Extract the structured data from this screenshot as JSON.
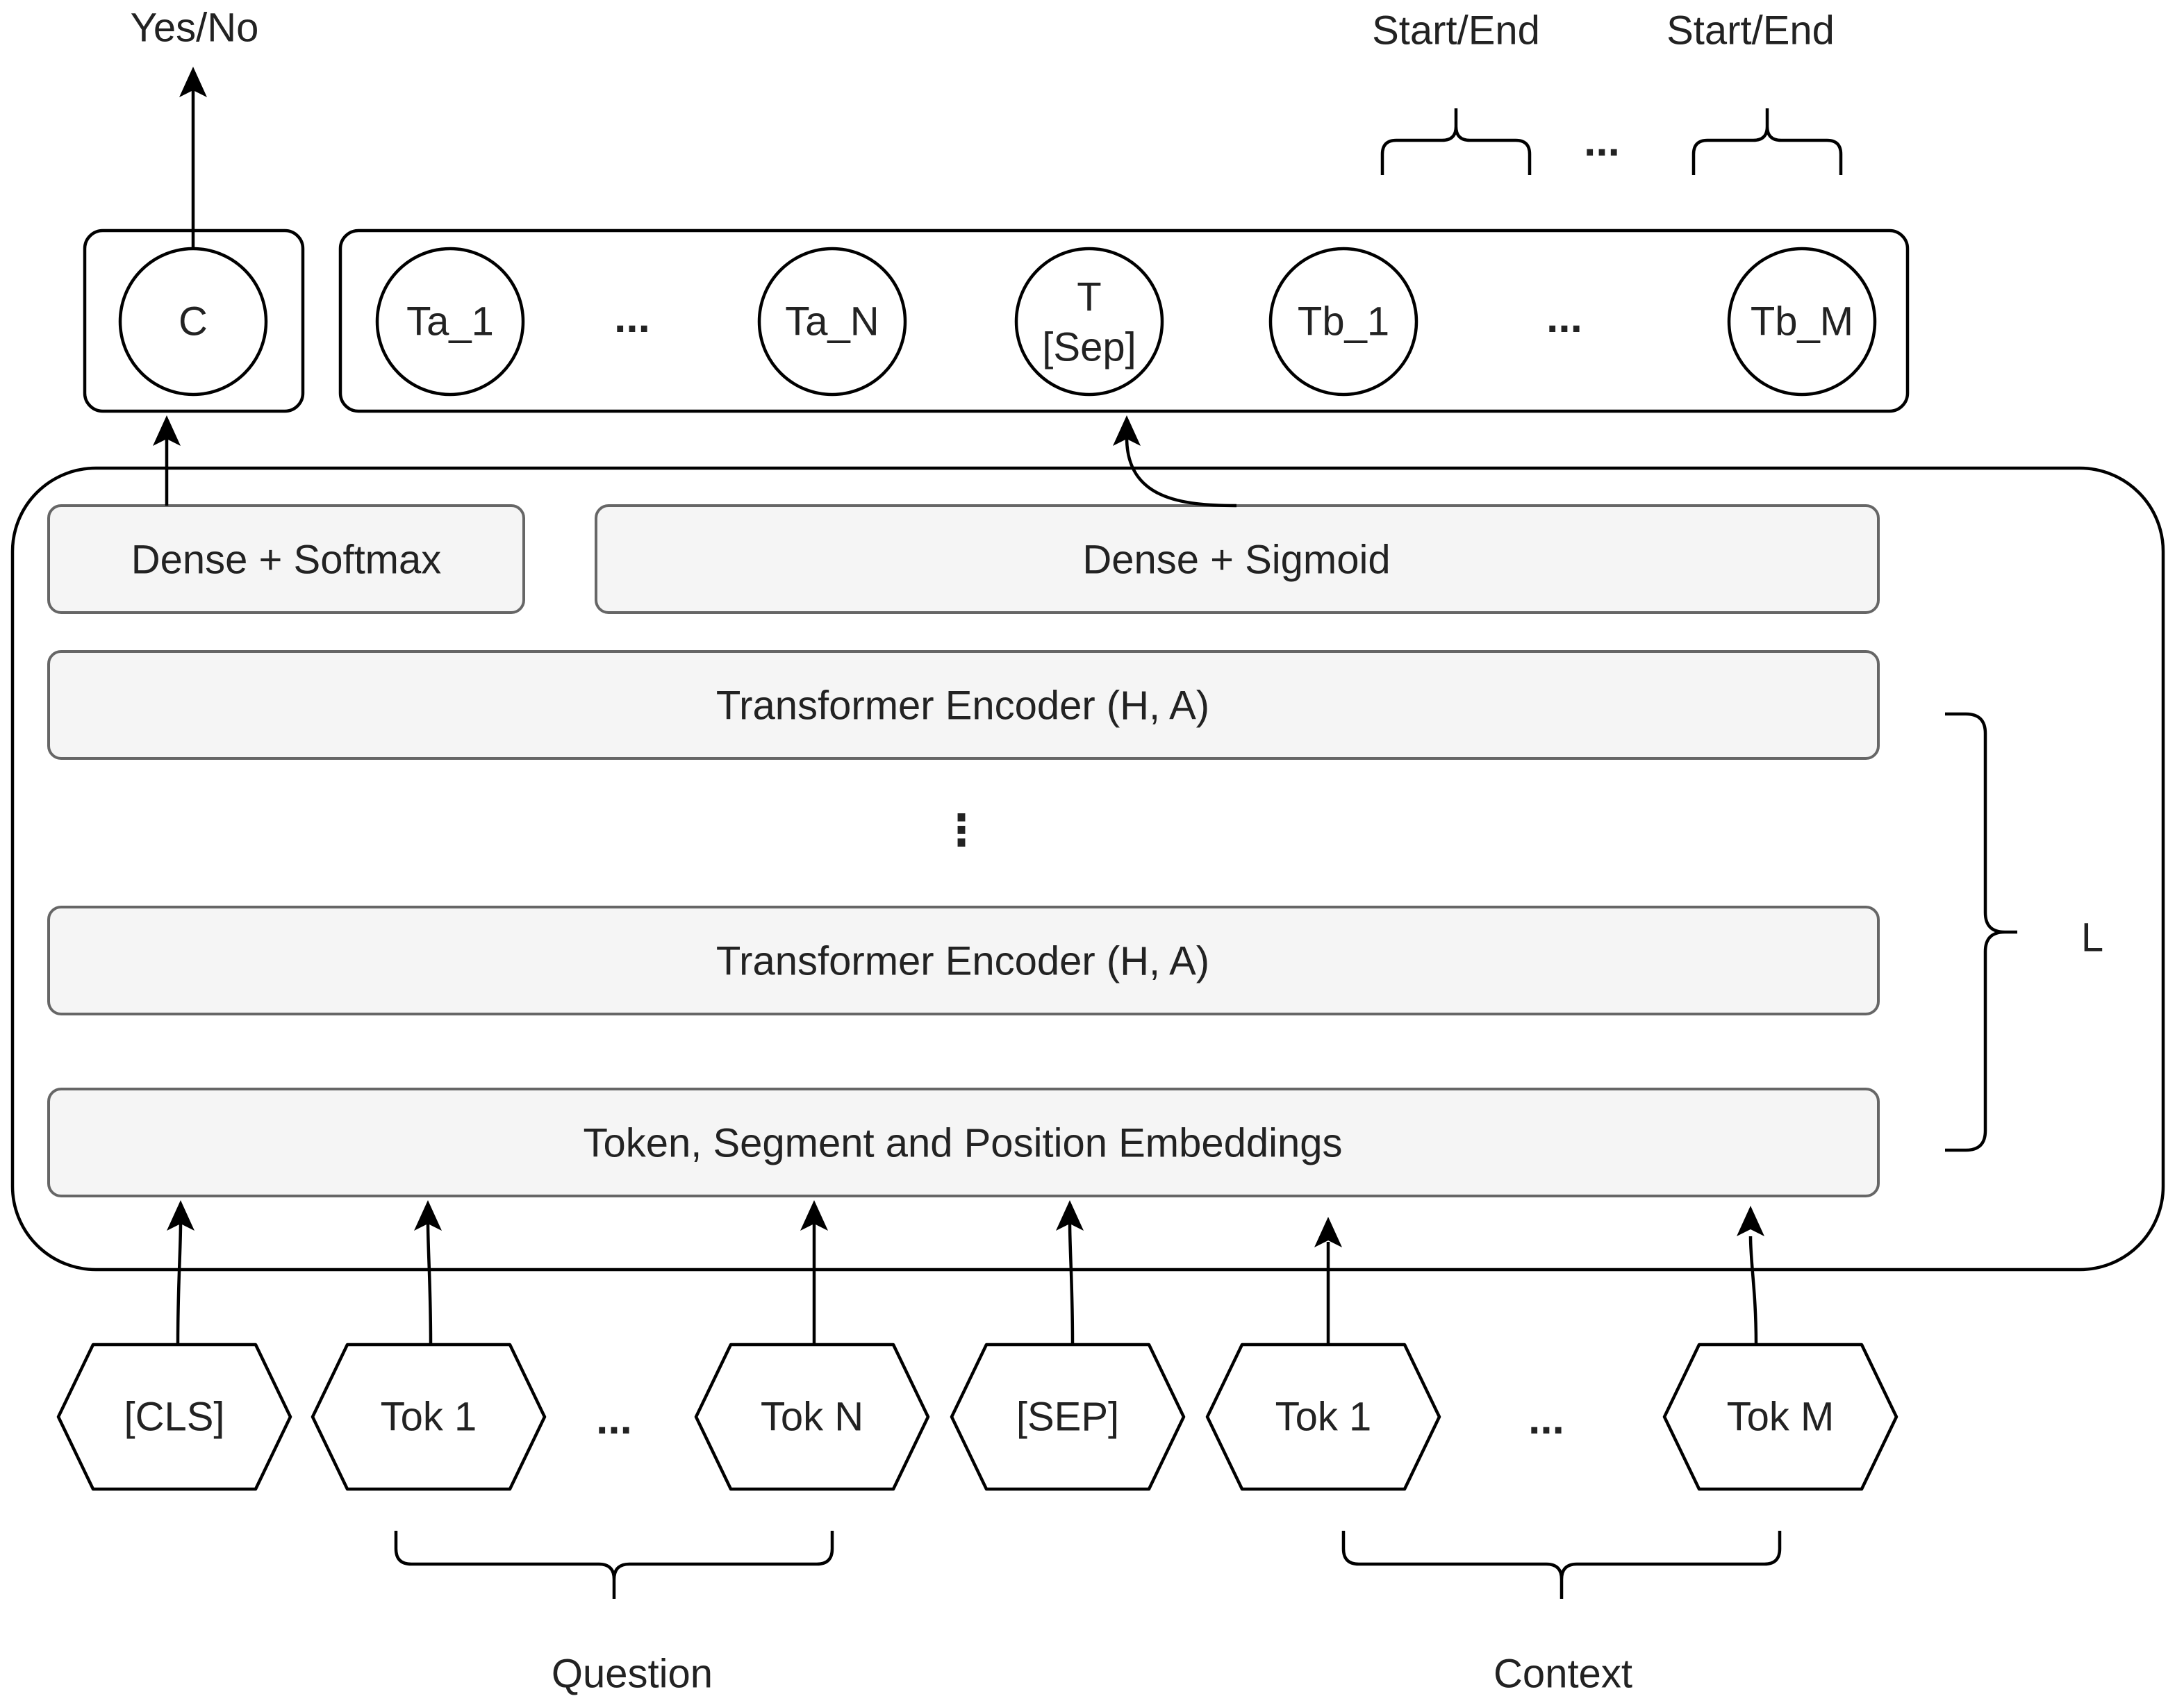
{
  "outputs": {
    "yes_no": "Yes/No",
    "start_end_1": "Start/End",
    "start_end_2": "Start/End",
    "dots": "..."
  },
  "output_nodes": {
    "cls": "C",
    "ta_1": "Ta_1",
    "dots_a": "...",
    "ta_n": "Ta_N",
    "t_sep_line1": "T",
    "t_sep_line2": "[Sep]",
    "tb_1": "Tb_1",
    "dots_b": "...",
    "tb_m": "Tb_M"
  },
  "layers": {
    "dense_softmax": "Dense + Softmax",
    "dense_sigmoid": "Dense + Sigmoid",
    "encoder_top": "Transformer Encoder (H, A)",
    "vertical_dots": "⋮",
    "encoder_bottom": "Transformer Encoder (H, A)",
    "embeddings": "Token, Segment and Position Embeddings",
    "num_layers": "L"
  },
  "inputs": {
    "cls": "[CLS]",
    "q_tok1": "Tok 1",
    "dots_q": "...",
    "q_tokn": "Tok N",
    "sep": "[SEP]",
    "c_tok1": "Tok 1",
    "dots_c": "...",
    "c_tokm": "Tok M"
  },
  "groups": {
    "question": "Question",
    "context": "Context"
  }
}
